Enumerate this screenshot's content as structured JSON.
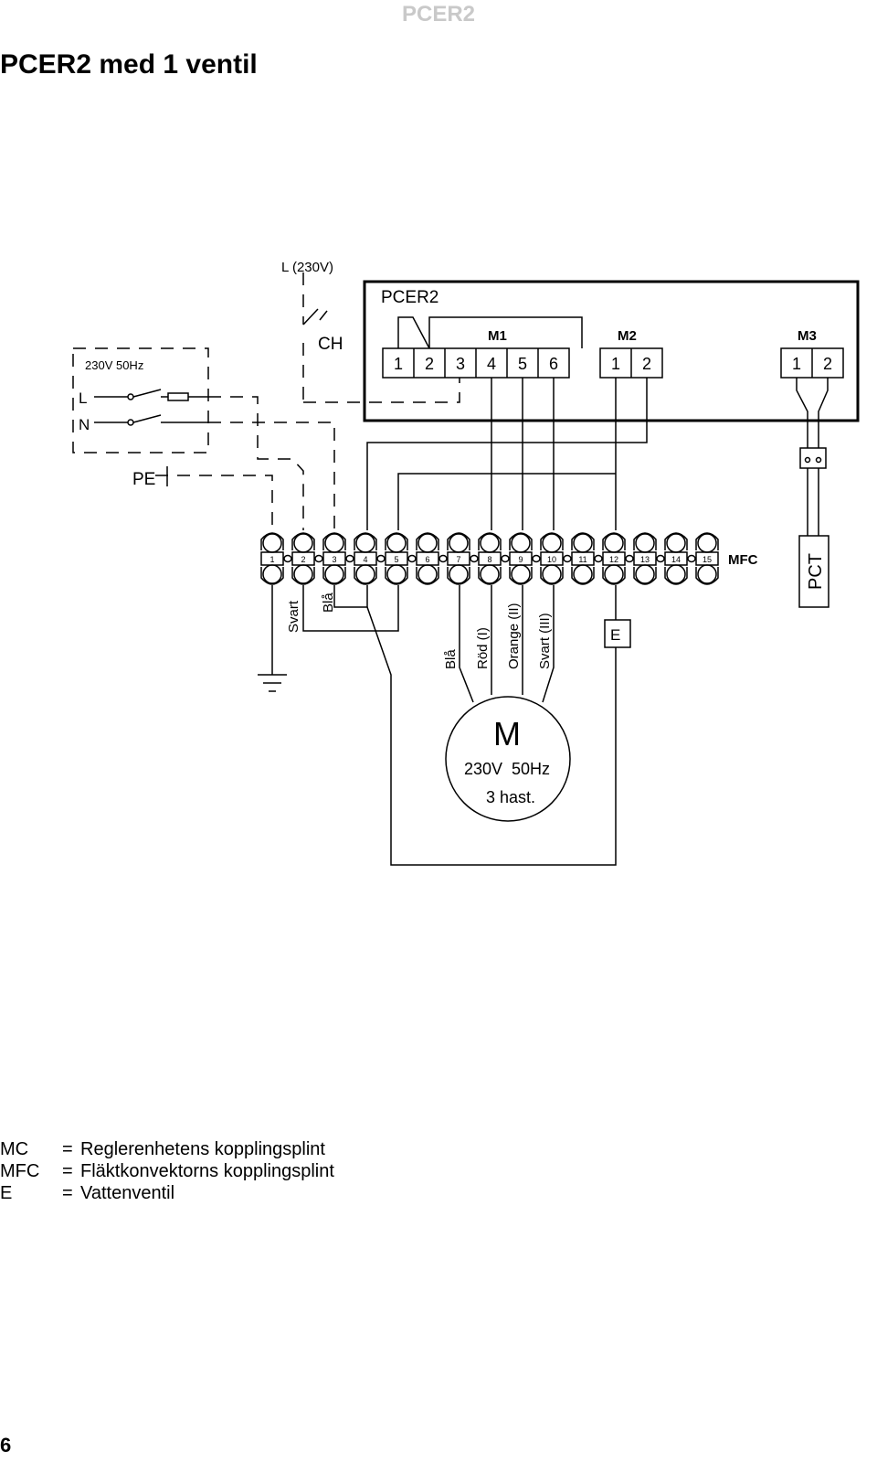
{
  "header": {
    "title": "PCER2"
  },
  "page_title": "PCER2 med 1 ventil",
  "diagram": {
    "supply_line_label": "L (230V)",
    "switch_label": "CH",
    "controller_label": "PCER2",
    "supply_label": "230V 50Hz",
    "line_label": "L",
    "neutral_label": "N",
    "earth_label": "PE",
    "group_m1": "M1",
    "group_m2": "M2",
    "group_m3": "M3",
    "m1_terminals": [
      "1",
      "2",
      "3",
      "4",
      "5",
      "6"
    ],
    "m2_terminals": [
      "1",
      "2"
    ],
    "m3_terminals": [
      "1",
      "2"
    ],
    "terminal_numbers": [
      "1",
      "2",
      "3",
      "4",
      "5",
      "6",
      "7",
      "8",
      "9",
      "10",
      "11",
      "12",
      "13",
      "14",
      "15"
    ],
    "strip_label": "MFC",
    "sensor_label": "PCT",
    "wire_colors": [
      "Svart",
      "Blå",
      "Blå",
      "Röd (I)",
      "Orange (II)",
      "Svart (III)"
    ],
    "valve_label": "E",
    "motor_label": "M",
    "motor_voltage": "230V  50Hz",
    "motor_speeds": "3 hast."
  },
  "legend": [
    {
      "key": "MC",
      "eq": "=",
      "text": "Reglerenhetens kopplingsplint"
    },
    {
      "key": "MFC",
      "eq": "=",
      "text": "Fläktkonvektorns kopplingsplint"
    },
    {
      "key": "E",
      "eq": "=",
      "text": "Vattenventil"
    }
  ],
  "page_number": "6"
}
